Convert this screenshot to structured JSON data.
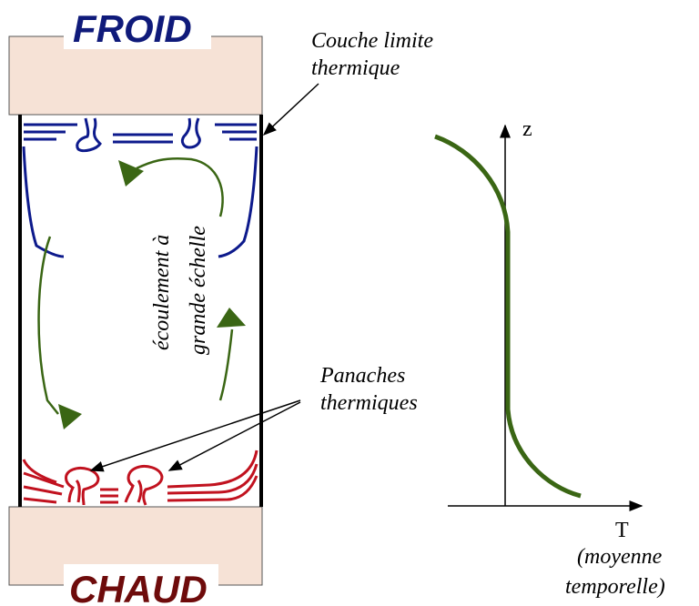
{
  "top_plate": {
    "label": "FROID",
    "color": "#0f1a7a"
  },
  "bottom_plate": {
    "label": "CHAUD",
    "color": "#6e0b0b"
  },
  "annotations": {
    "boundary_layer": [
      "Couche limite",
      "thermique"
    ],
    "large_scale_flow": [
      "écoulement à",
      "grande échelle"
    ],
    "plumes": [
      "Panaches",
      "thermiques"
    ]
  },
  "profile": {
    "z_label": "z",
    "t_label": "T",
    "t_caption": [
      "(moyenne",
      "temporelle)"
    ],
    "curve_color": "#3a6614"
  },
  "colors": {
    "plate_fill": "#f6e2d6",
    "cold": "#0d1a8c",
    "hot": "#c1121f",
    "flow": "#3a6614"
  }
}
